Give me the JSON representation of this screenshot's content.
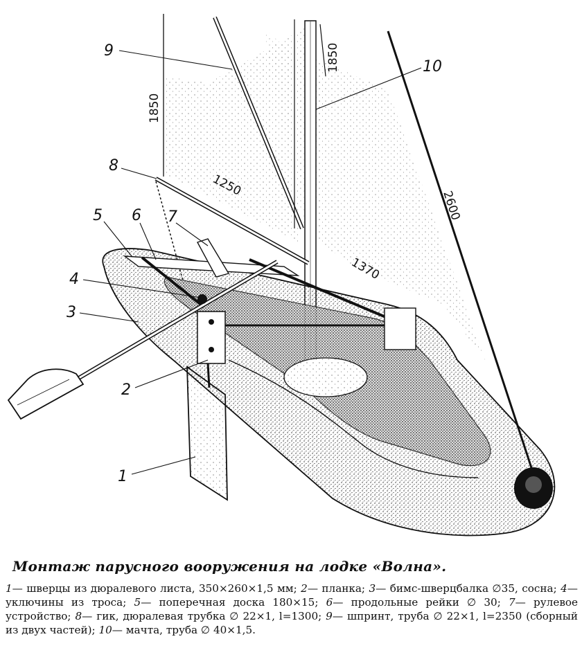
{
  "figure": {
    "part_labels": [
      "1",
      "2",
      "3",
      "4",
      "5",
      "6",
      "7",
      "8",
      "9",
      "10"
    ],
    "dimensions": {
      "mast_height_left": "1850",
      "mast_height_right": "1850",
      "boom_length": "1250",
      "sail_foot": "1370",
      "stay_length": "2600"
    }
  },
  "caption": {
    "title": "Монтаж парусного вооружения на лодке «Волна».",
    "items": [
      {
        "num": "1",
        "text": "— шверцы из дюралевого листа, 350×260×1,5 мм; "
      },
      {
        "num": "2",
        "text": "— планка; "
      },
      {
        "num": "3",
        "text": "— бимс-шверцбалка ∅35, сосна; "
      },
      {
        "num": "4",
        "text": "— уключины из троса; "
      },
      {
        "num": "5",
        "text": "— поперечная доска 180×15; "
      },
      {
        "num": "6",
        "text": "— продольные рейки ∅ 30; "
      },
      {
        "num": "7",
        "text": "— рулевое устройство; "
      },
      {
        "num": "8",
        "text": "— гик, дюралевая трубка ∅ 22×1, l=1300; "
      },
      {
        "num": "9",
        "text": "— шпринт, труба ∅ 22×1, l=2350 (сборный из двух частей); "
      },
      {
        "num": "10",
        "text": "— мачта, труба ∅ 40×1,5."
      }
    ]
  }
}
